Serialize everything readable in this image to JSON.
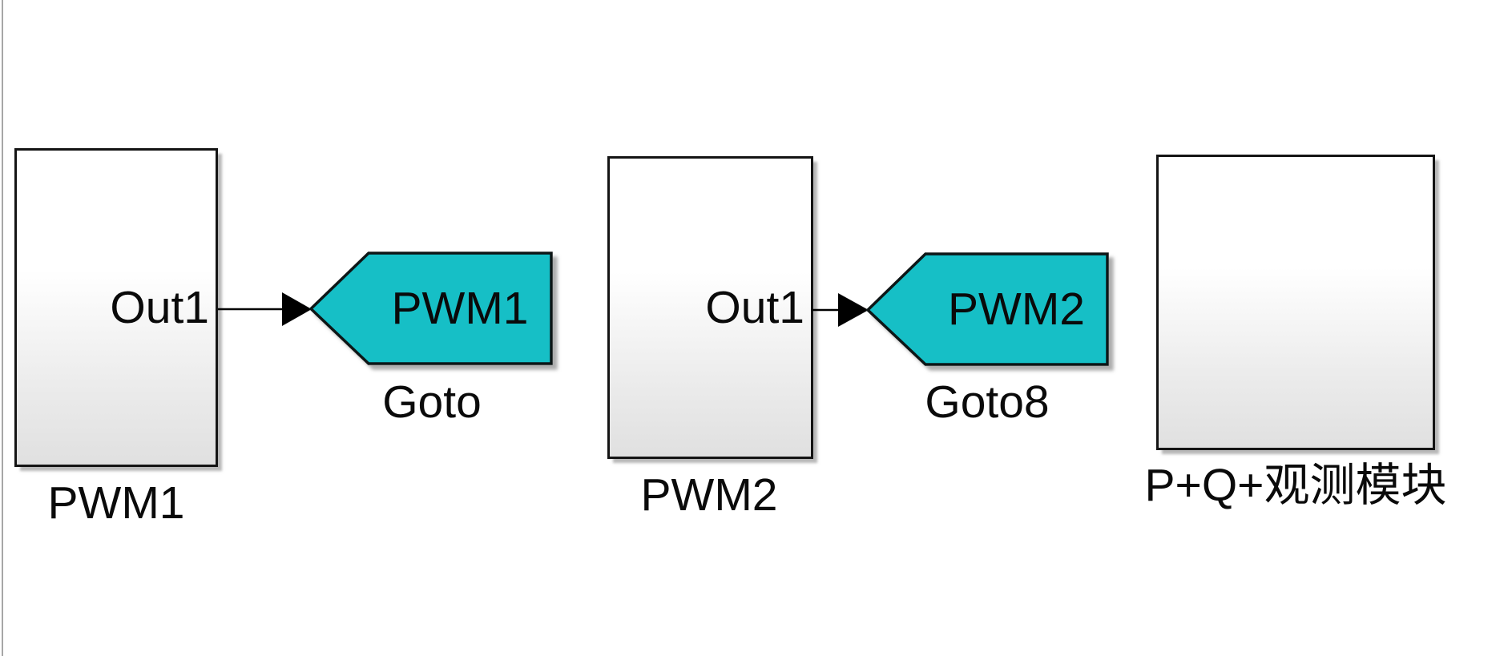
{
  "diagram": {
    "subsystem_blocks": [
      {
        "name": "PWM1",
        "port_label": "Out1"
      },
      {
        "name": "PWM2",
        "port_label": "Out1"
      },
      {
        "name": "P+Q+观测模块",
        "port_label": ""
      }
    ],
    "goto_blocks": [
      {
        "tag": "PWM1",
        "name": "Goto"
      },
      {
        "tag": "PWM2",
        "name": "Goto8"
      }
    ],
    "colors": {
      "goto_fill": "#13bfc6",
      "goto_border": "#0e1318",
      "wire": "#000000",
      "block_border": "#141414",
      "canvas_background": "#ffffff",
      "left_rule": "#a6a6a6"
    }
  }
}
